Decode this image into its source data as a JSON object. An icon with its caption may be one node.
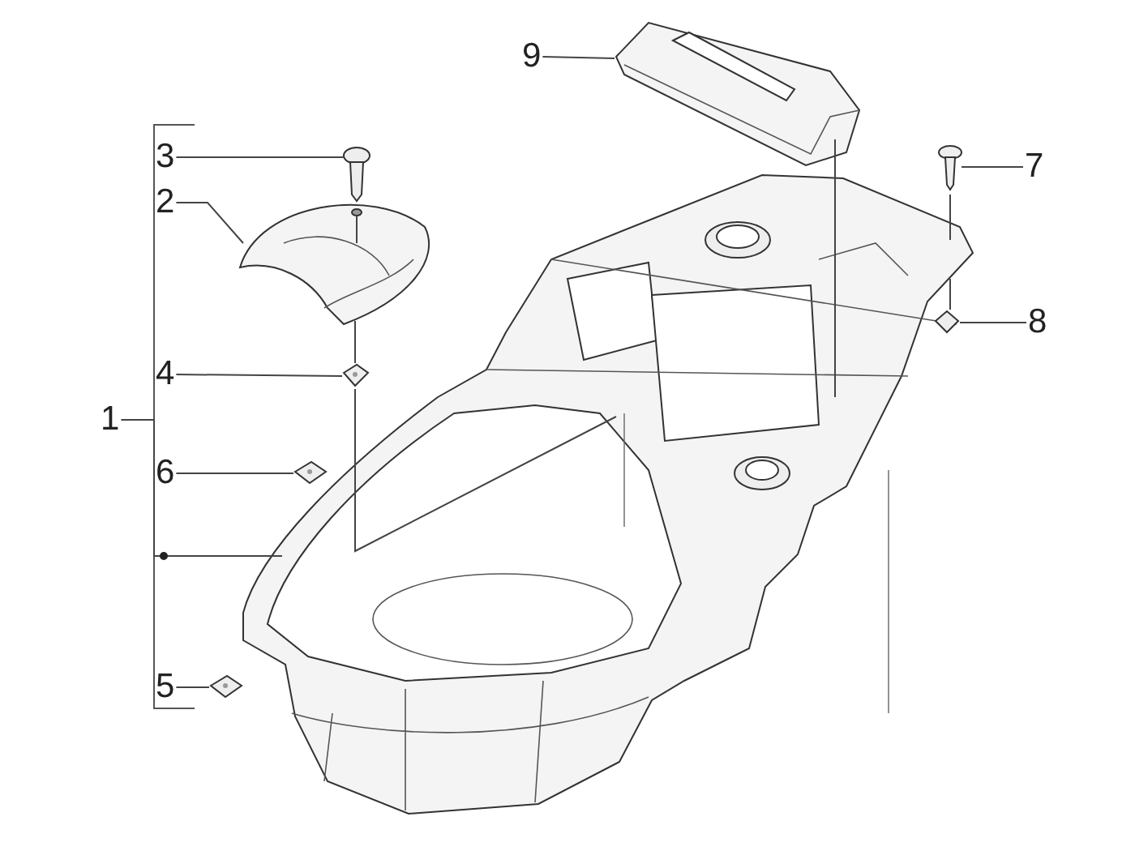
{
  "diagram": {
    "nodes": [
      {
        "text": [
          "1"
        ]
      },
      {
        "text": [
          "2"
        ]
      },
      {
        "text": [
          "3"
        ]
      },
      {
        "text": [
          "4"
        ]
      },
      {
        "text": [
          "5"
        ]
      },
      {
        "text": [
          "6"
        ]
      },
      {
        "text": [
          "7"
        ]
      },
      {
        "text": [
          "8"
        ]
      },
      {
        "text": [
          "9"
        ]
      },
      {
        "text": [],
        "shape": "picture"
      },
      {
        "text": [],
        "shape": "picture"
      },
      {
        "text": [],
        "shape": "picture"
      },
      {
        "text": [],
        "shape": "picture"
      },
      {
        "text": [],
        "shape": "picture"
      },
      {
        "text": [],
        "shape": "picture"
      },
      {
        "text": [],
        "shape": "picture"
      },
      {
        "text": [],
        "shape": "picture"
      },
      {
        "text": [],
        "shape": "picture"
      }
    ],
    "edges": [
      {
        "from": 0,
        "to": 9,
        "arrow": "none"
      },
      {
        "from": 1,
        "to": 10,
        "arrow": "none"
      },
      {
        "from": 2,
        "to": 11,
        "arrow": "none"
      },
      {
        "from": 3,
        "to": 12,
        "arrow": "none"
      },
      {
        "from": 4,
        "to": 13,
        "arrow": "none"
      },
      {
        "from": 5,
        "to": 14,
        "arrow": "none"
      },
      {
        "from": 6,
        "to": 15,
        "arrow": "none"
      },
      {
        "from": 7,
        "to": 16,
        "arrow": "none"
      },
      {
        "from": 8,
        "to": 17,
        "arrow": "none"
      },
      {
        "from": 11,
        "to": 10,
        "arrow": "none"
      },
      {
        "from": 10,
        "to": 12,
        "arrow": "none"
      },
      {
        "from": 12,
        "to": 9,
        "arrow": "none"
      },
      {
        "from": 17,
        "to": 9,
        "arrow": "none"
      },
      {
        "from": 15,
        "to": 9,
        "arrow": "none"
      },
      {
        "from": 9,
        "to": 16,
        "arrow": "none"
      }
    ]
  }
}
